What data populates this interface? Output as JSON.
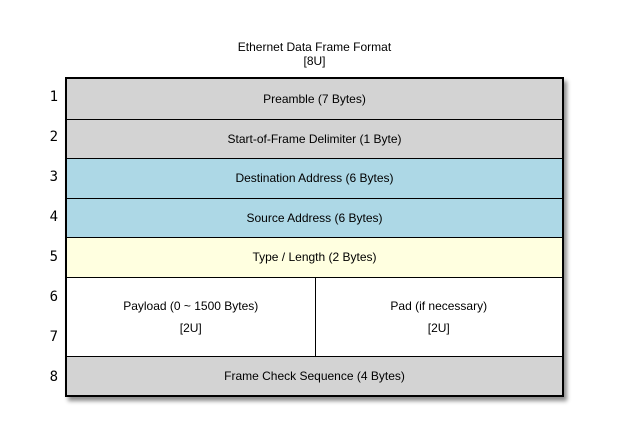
{
  "title": {
    "line1": "Ethernet Data Frame Format",
    "line2": "[8U]"
  },
  "row_numbers": [
    "1",
    "2",
    "3",
    "4",
    "5",
    "6",
    "7",
    "8"
  ],
  "rows": [
    {
      "label": "Preamble (7 Bytes)",
      "fill": "#d3d3d3"
    },
    {
      "label": "Start-of-Frame Delimiter (1 Byte)",
      "fill": "#d3d3d3"
    },
    {
      "label": "Destination Address (6 Bytes)",
      "fill": "#add8e6"
    },
    {
      "label": "Source Address (6 Bytes)",
      "fill": "#add8e6"
    },
    {
      "label": "Type / Length (2 Bytes)",
      "fill": "#ffffe0"
    },
    {
      "label": "Frame Check Sequence (4 Bytes)",
      "fill": "#d3d3d3"
    }
  ],
  "split_row": {
    "fill": "#ffffff",
    "cells": [
      {
        "line1": "Payload (0 ~ 1500 Bytes)",
        "line2": "[2U]"
      },
      {
        "line1": "Pad (if necessary)",
        "line2": "[2U]"
      }
    ]
  },
  "colors": {
    "gray": "#d3d3d3",
    "blue": "#add8e6",
    "yellow": "#ffffe0",
    "white": "#ffffff",
    "border": "#000000",
    "background": "#ffffff"
  }
}
